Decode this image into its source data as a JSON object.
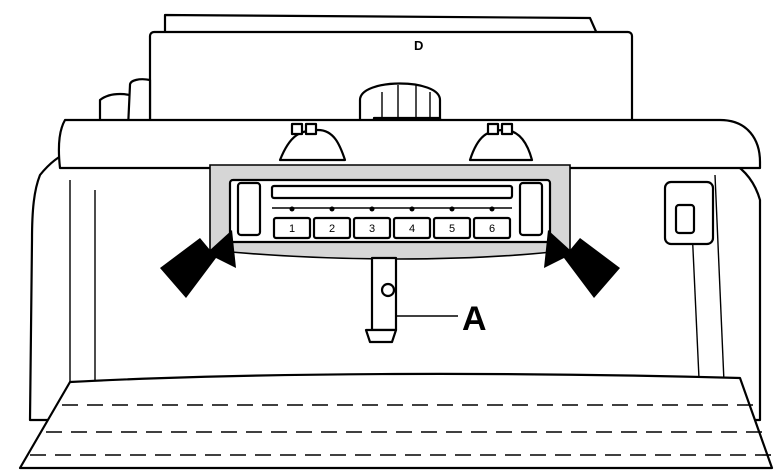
{
  "labels": {
    "part_top": "D",
    "callout_a": "A"
  },
  "radio_buttons": [
    "1",
    "2",
    "3",
    "4",
    "5",
    "6"
  ],
  "colors": {
    "line": "#000000",
    "background": "#ffffff",
    "panel_shade": "#d6d6d6"
  },
  "icons": {
    "left_arrow": "arrow-pointing-right-icon",
    "right_arrow": "arrow-pointing-left-icon"
  }
}
